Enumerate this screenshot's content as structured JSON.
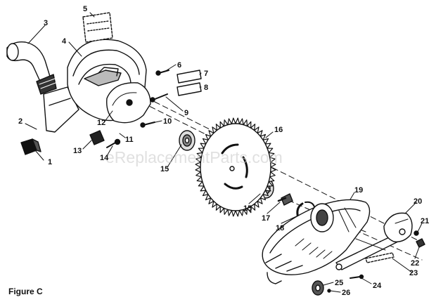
{
  "caption": "Figure C",
  "watermark": "eReplacementParts.com",
  "callouts": [
    "1",
    "2",
    "3",
    "4",
    "5",
    "6",
    "7",
    "8",
    "9",
    "10",
    "11",
    "12",
    "13",
    "14",
    "15",
    "15",
    "16",
    "17",
    "18",
    "19",
    "20",
    "21",
    "22",
    "23",
    "24",
    "25",
    "26"
  ]
}
